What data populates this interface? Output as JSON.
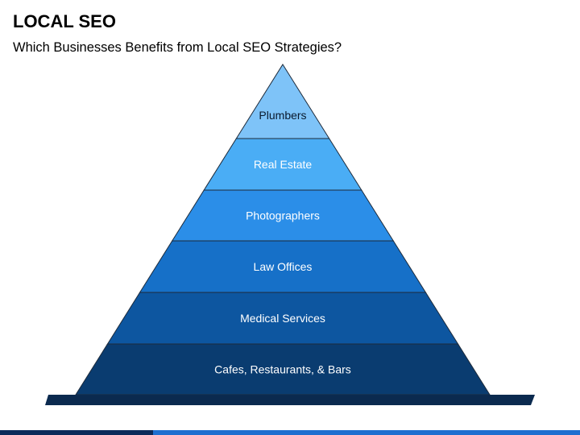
{
  "header": {
    "title": "LOCAL SEO",
    "subtitle": "Which Businesses Benefits from Local SEO Strategies?"
  },
  "pyramid": {
    "tiers": [
      {
        "label": "Plumbers",
        "color": "#7ec3f8"
      },
      {
        "label": "Real Estate",
        "color": "#4aadf5"
      },
      {
        "label": "Photographers",
        "color": "#2b8ee8"
      },
      {
        "label": "Law Offices",
        "color": "#1670c8"
      },
      {
        "label": "Medical Services",
        "color": "#0d56a0"
      },
      {
        "label": "Cafes, Restaurants, & Bars",
        "color": "#0a3c70"
      }
    ],
    "base_color": "#0b2a4f",
    "label_color": "#ffffff",
    "tier_outline_color": "#1d2a3a"
  },
  "footer": {
    "dark_color": "#0b2a5a",
    "light_color": "#1e6fd0"
  }
}
